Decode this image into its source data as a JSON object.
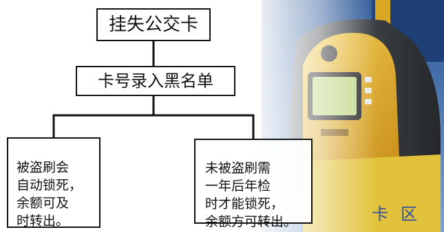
{
  "diagram": {
    "nodes": {
      "title": {
        "label": "挂失公交卡"
      },
      "record": {
        "label": "卡号录入黑名单"
      },
      "left": {
        "label": "被盗刷会\n自动锁死，\n余额可及\n时转出。"
      },
      "right": {
        "label": "未被盗刷需\n一年后年检\n时才能锁死，\n余额方可转出。"
      }
    },
    "edges": [
      {
        "from": "title",
        "to": "record"
      },
      {
        "from": "record",
        "to": "left"
      },
      {
        "from": "record",
        "to": "right"
      }
    ]
  },
  "photo": {
    "reader_sign": "卡区",
    "colors": {
      "sky": "#2f5f9f",
      "machine_body": "#4a4e52",
      "reader_yellow": "#e8b52a",
      "screen": "#c3d98a",
      "line": "#111111"
    }
  }
}
